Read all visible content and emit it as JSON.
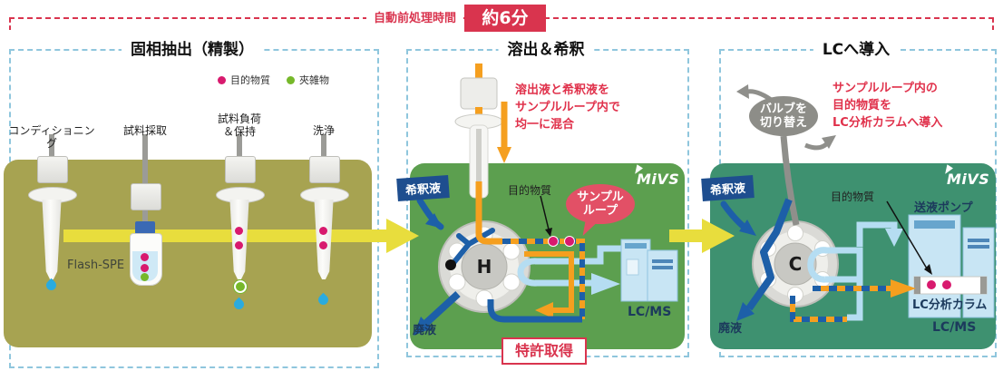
{
  "header": {
    "label": "自動前処理時間",
    "badge": "約6分"
  },
  "colors": {
    "accent_red": "#d9344e",
    "panel_border_blue": "#8fc6dd",
    "spe_bg": "#a7a351",
    "elution_bg": "#5c9f4f",
    "lc_bg": "#3e9170",
    "flow_yellow": "#e8dd3d",
    "tube_blue": "#1d5fa8",
    "tube_lightblue": "#b5ddf2",
    "tube_orange": "#f59f1f",
    "target_dot_pink": "#d81a6e",
    "impurity_dot_green": "#76b82a",
    "label_navy": "#1c3a5c",
    "diluent_chip_blue": "#1e4e8f",
    "valve_bubble_gray": "#8d8d88",
    "sample_loop_bubble": "#e25066"
  },
  "panel_spe": {
    "title": "固相抽出（精製）",
    "legend": [
      {
        "label": "目的物質",
        "color": "#d81a6e"
      },
      {
        "label": "夾雑物",
        "color": "#76b82a"
      }
    ],
    "steps": [
      {
        "label": "コンディショニング"
      },
      {
        "label": "試料採取"
      },
      {
        "label": "試料負荷\n＆保持"
      },
      {
        "label": "洗浄"
      }
    ],
    "cartridge_label": "Flash-SPE"
  },
  "panel_elution": {
    "title": "溶出＆希釈",
    "note": "溶出液と希釈液を\nサンプルループ内で\n均一に混合",
    "diluent": "希釈液",
    "target": "目的物質",
    "sample_loop": "サンプル\nループ",
    "valve_position": "H",
    "waste": "廃液",
    "instrument": "LC/MS",
    "logo": "MiVS",
    "patent": "特許取得"
  },
  "panel_lc": {
    "title": "LCへ導入",
    "note": "サンプルループ内の\n目的物質を\nLC分析カラムへ導入",
    "valve_bubble": "バルブを\n切り替え",
    "diluent": "希釈液",
    "target": "目的物質",
    "pump": "送液ポンプ",
    "column": "LC分析カラム",
    "valve_position": "C",
    "waste": "廃液",
    "instrument": "LC/MS",
    "logo": "MiVS"
  }
}
